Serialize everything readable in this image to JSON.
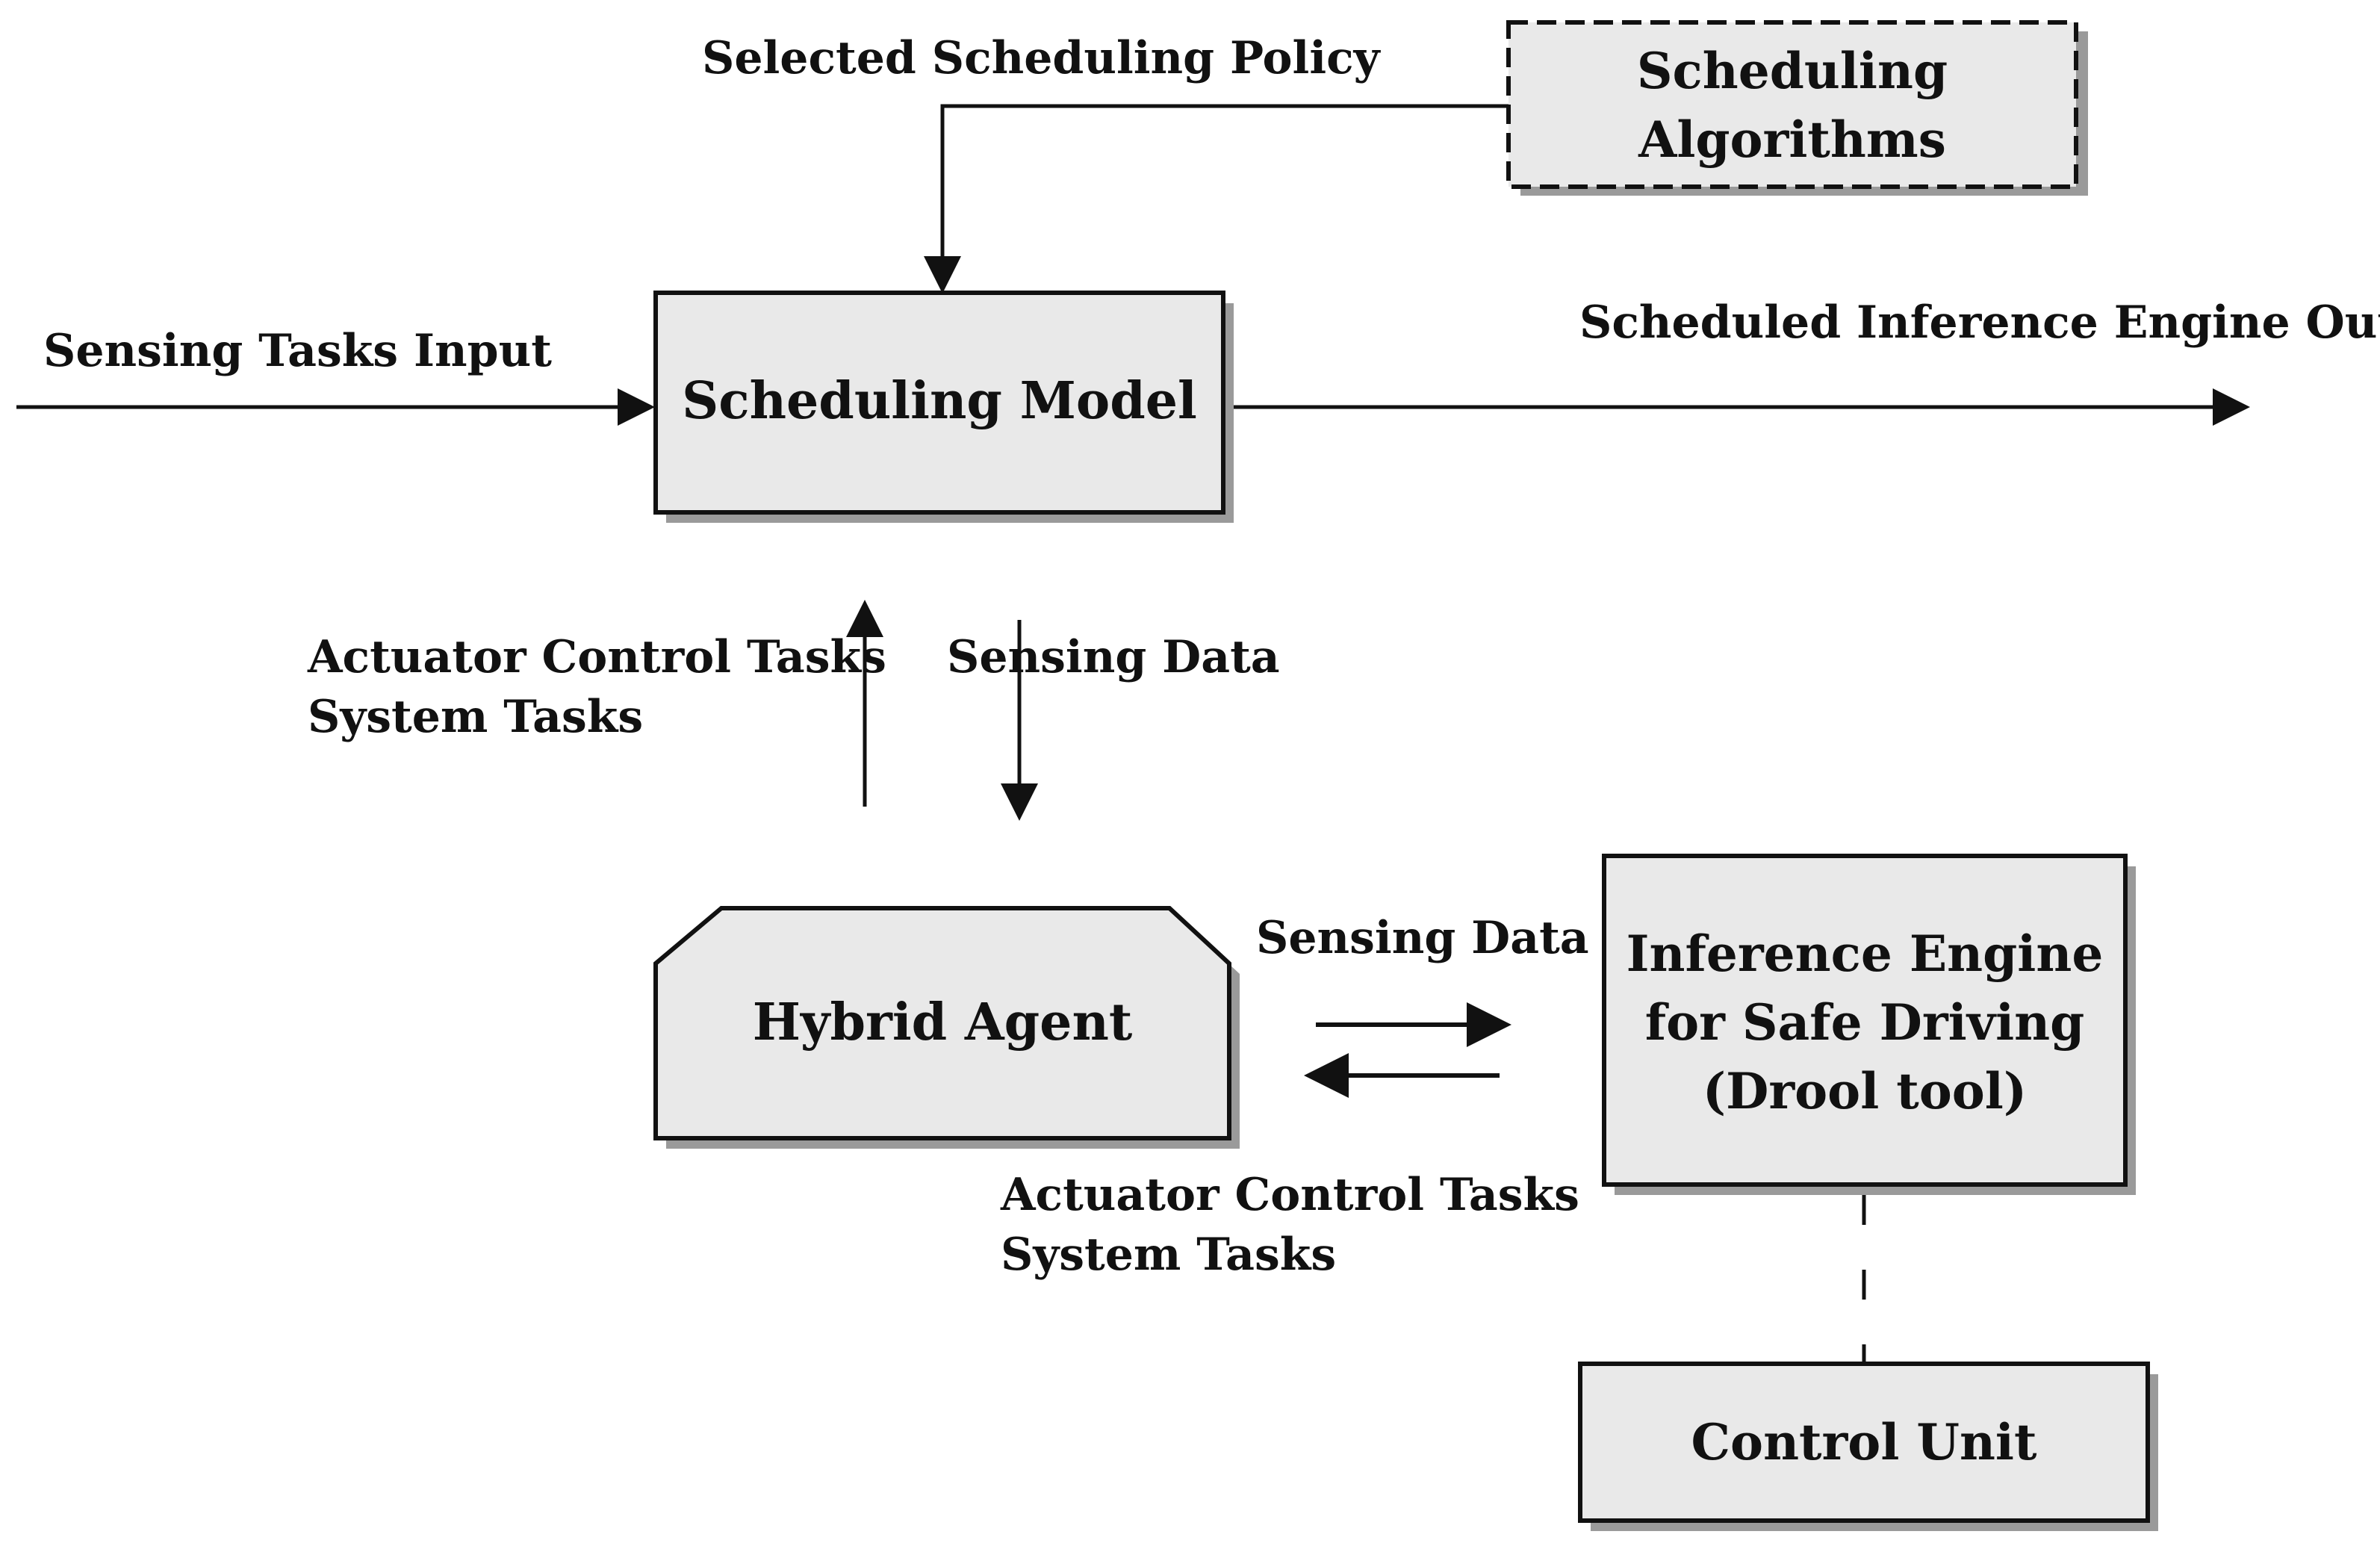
{
  "nodes": {
    "scheduling_algorithms": {
      "line1": "Scheduling",
      "line2": "Algorithms"
    },
    "scheduling_model": {
      "label": "Scheduling Model"
    },
    "hybrid_agent": {
      "label": "Hybrid Agent"
    },
    "inference_engine": {
      "line1": "Inference Engine",
      "line2": "for Safe Driving",
      "line3": "(Drool tool)"
    },
    "control_unit": {
      "label": "Control Unit"
    }
  },
  "edge_labels": {
    "selected_policy": "Selected Scheduling Policy",
    "sensing_tasks_input": "Sensing Tasks Input",
    "scheduled_output": "Scheduled Inference Engine Output",
    "up_actuator": "Actuator Control Tasks",
    "up_system": "System Tasks",
    "down_sensing": "Sensing Data",
    "right_sensing": "Sensing Data",
    "left_actuator": "Actuator Control Tasks",
    "left_system": "System Tasks"
  },
  "colors": {
    "box_fill": "#e9e9e9",
    "stroke": "#111111",
    "shadow": "#9a9a9a"
  }
}
